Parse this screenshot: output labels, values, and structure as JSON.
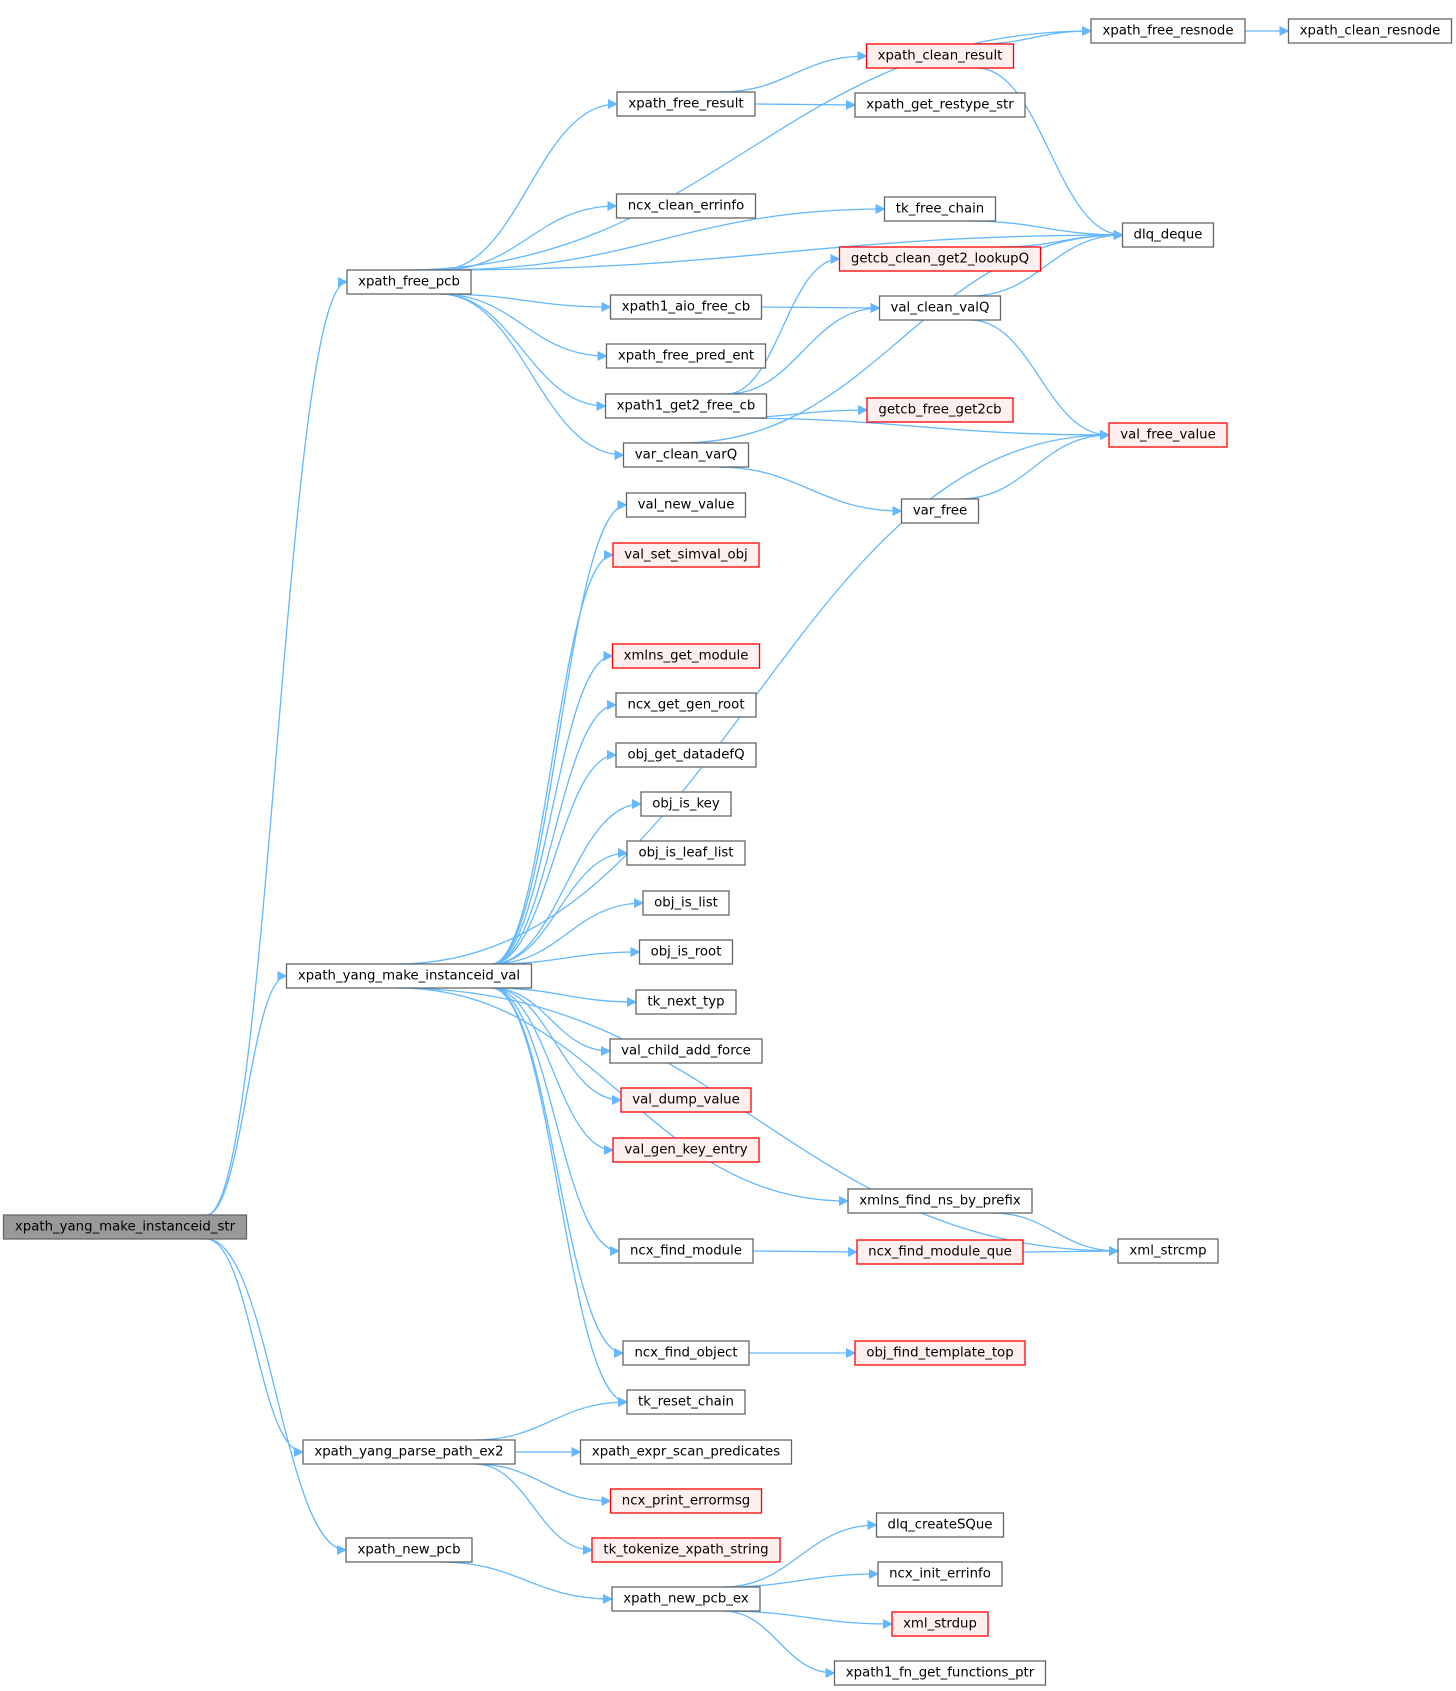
{
  "colors": {
    "edge": "#63b8ff",
    "node_border": "#666666",
    "node_fill": "#ffffff",
    "text": "#000000",
    "root_fill": "#999999",
    "root_border": "#666666",
    "red_border": "#ff0000",
    "red_fill": "#fff0f0"
  },
  "nodes": [
    {
      "id": "root",
      "label": "xpath_yang_make_instanceid_str",
      "style": "root"
    },
    {
      "id": "free_pcb",
      "label": "xpath_free_pcb",
      "style": "normal"
    },
    {
      "id": "make_val",
      "label": "xpath_yang_make_instanceid_val",
      "style": "normal"
    },
    {
      "id": "parse_ex2",
      "label": "xpath_yang_parse_path_ex2",
      "style": "normal"
    },
    {
      "id": "new_pcb",
      "label": "xpath_new_pcb",
      "style": "normal"
    },
    {
      "id": "free_result",
      "label": "xpath_free_result",
      "style": "normal"
    },
    {
      "id": "clean_errinfo",
      "label": "ncx_clean_errinfo",
      "style": "normal"
    },
    {
      "id": "aio_free_cb",
      "label": "xpath1_aio_free_cb",
      "style": "normal"
    },
    {
      "id": "free_pred_ent",
      "label": "xpath_free_pred_ent",
      "style": "normal"
    },
    {
      "id": "get2_free_cb",
      "label": "xpath1_get2_free_cb",
      "style": "normal"
    },
    {
      "id": "var_clean_varQ",
      "label": "var_clean_varQ",
      "style": "normal"
    },
    {
      "id": "val_new_value",
      "label": "val_new_value",
      "style": "normal"
    },
    {
      "id": "val_set_simval_obj",
      "label": "val_set_simval_obj",
      "style": "red"
    },
    {
      "id": "xmlns_get_module",
      "label": "xmlns_get_module",
      "style": "red"
    },
    {
      "id": "ncx_get_gen_root",
      "label": "ncx_get_gen_root",
      "style": "normal"
    },
    {
      "id": "obj_get_datadefQ",
      "label": "obj_get_datadefQ",
      "style": "normal"
    },
    {
      "id": "obj_is_key",
      "label": "obj_is_key",
      "style": "normal"
    },
    {
      "id": "obj_is_leaf_list",
      "label": "obj_is_leaf_list",
      "style": "normal"
    },
    {
      "id": "obj_is_list",
      "label": "obj_is_list",
      "style": "normal"
    },
    {
      "id": "obj_is_root",
      "label": "obj_is_root",
      "style": "normal"
    },
    {
      "id": "tk_next_typ",
      "label": "tk_next_typ",
      "style": "normal"
    },
    {
      "id": "val_child_add_force",
      "label": "val_child_add_force",
      "style": "normal"
    },
    {
      "id": "val_dump_value",
      "label": "val_dump_value",
      "style": "red"
    },
    {
      "id": "val_gen_key_entry",
      "label": "val_gen_key_entry",
      "style": "red"
    },
    {
      "id": "ncx_find_module",
      "label": "ncx_find_module",
      "style": "normal"
    },
    {
      "id": "ncx_find_object",
      "label": "ncx_find_object",
      "style": "normal"
    },
    {
      "id": "tk_reset_chain",
      "label": "tk_reset_chain",
      "style": "normal"
    },
    {
      "id": "expr_scan_predicates",
      "label": "xpath_expr_scan_predicates",
      "style": "normal"
    },
    {
      "id": "ncx_print_errormsg",
      "label": "ncx_print_errormsg",
      "style": "red"
    },
    {
      "id": "tk_tokenize_xpath_string",
      "label": "tk_tokenize_xpath_string",
      "style": "red"
    },
    {
      "id": "new_pcb_ex",
      "label": "xpath_new_pcb_ex",
      "style": "normal"
    },
    {
      "id": "free_resnode",
      "label": "xpath_free_resnode",
      "style": "normal"
    },
    {
      "id": "clean_result",
      "label": "xpath_clean_result",
      "style": "red"
    },
    {
      "id": "get_restype_str",
      "label": "xpath_get_restype_str",
      "style": "normal"
    },
    {
      "id": "tk_free_chain",
      "label": "tk_free_chain",
      "style": "normal"
    },
    {
      "id": "get2_lookupQ",
      "label": "getcb_clean_get2_lookupQ",
      "style": "red"
    },
    {
      "id": "val_clean_valQ",
      "label": "val_clean_valQ",
      "style": "normal"
    },
    {
      "id": "free_get2cb",
      "label": "getcb_free_get2cb",
      "style": "red"
    },
    {
      "id": "var_free",
      "label": "var_free",
      "style": "normal"
    },
    {
      "id": "xmlns_find_ns",
      "label": "xmlns_find_ns_by_prefix",
      "style": "normal"
    },
    {
      "id": "find_module_que",
      "label": "ncx_find_module_que",
      "style": "red"
    },
    {
      "id": "find_template_top",
      "label": "obj_find_template_top",
      "style": "red"
    },
    {
      "id": "dlq_createSQue",
      "label": "dlq_createSQue",
      "style": "normal"
    },
    {
      "id": "ncx_init_errinfo",
      "label": "ncx_init_errinfo",
      "style": "normal"
    },
    {
      "id": "xml_strdup",
      "label": "xml_strdup",
      "style": "red"
    },
    {
      "id": "fn_get_functions_ptr",
      "label": "xpath1_fn_get_functions_ptr",
      "style": "normal"
    },
    {
      "id": "clean_resnode",
      "label": "xpath_clean_resnode",
      "style": "normal"
    },
    {
      "id": "dlq_deque",
      "label": "dlq_deque",
      "style": "normal"
    },
    {
      "id": "val_free_value",
      "label": "val_free_value",
      "style": "red"
    },
    {
      "id": "xml_strcmp",
      "label": "xml_strcmp",
      "style": "normal"
    }
  ],
  "edges": [
    [
      "root",
      "free_pcb"
    ],
    [
      "root",
      "make_val"
    ],
    [
      "root",
      "parse_ex2"
    ],
    [
      "root",
      "new_pcb"
    ],
    [
      "free_pcb",
      "free_resnode"
    ],
    [
      "free_pcb",
      "free_result"
    ],
    [
      "free_pcb",
      "dlq_deque"
    ],
    [
      "free_pcb",
      "clean_errinfo"
    ],
    [
      "free_pcb",
      "tk_free_chain"
    ],
    [
      "free_pcb",
      "aio_free_cb"
    ],
    [
      "free_pcb",
      "free_pred_ent"
    ],
    [
      "free_pcb",
      "get2_free_cb"
    ],
    [
      "free_pcb",
      "var_clean_varQ"
    ],
    [
      "free_result",
      "clean_result"
    ],
    [
      "free_result",
      "get_restype_str"
    ],
    [
      "clean_result",
      "free_resnode"
    ],
    [
      "clean_result",
      "dlq_deque"
    ],
    [
      "free_resnode",
      "clean_resnode"
    ],
    [
      "tk_free_chain",
      "dlq_deque"
    ],
    [
      "get2_lookupQ",
      "dlq_deque"
    ],
    [
      "aio_free_cb",
      "val_clean_valQ"
    ],
    [
      "val_clean_valQ",
      "dlq_deque"
    ],
    [
      "val_clean_valQ",
      "val_free_value"
    ],
    [
      "get2_free_cb",
      "get2_lookupQ"
    ],
    [
      "get2_free_cb",
      "val_clean_valQ"
    ],
    [
      "get2_free_cb",
      "val_free_value"
    ],
    [
      "get2_free_cb",
      "free_get2cb"
    ],
    [
      "var_clean_varQ",
      "dlq_deque"
    ],
    [
      "var_clean_varQ",
      "var_free"
    ],
    [
      "var_free",
      "val_free_value"
    ],
    [
      "make_val",
      "val_new_value"
    ],
    [
      "make_val",
      "val_set_simval_obj"
    ],
    [
      "make_val",
      "val_free_value"
    ],
    [
      "make_val",
      "xmlns_get_module"
    ],
    [
      "make_val",
      "ncx_get_gen_root"
    ],
    [
      "make_val",
      "obj_get_datadefQ"
    ],
    [
      "make_val",
      "obj_is_key"
    ],
    [
      "make_val",
      "obj_is_leaf_list"
    ],
    [
      "make_val",
      "obj_is_list"
    ],
    [
      "make_val",
      "obj_is_root"
    ],
    [
      "make_val",
      "tk_next_typ"
    ],
    [
      "make_val",
      "val_child_add_force"
    ],
    [
      "make_val",
      "val_dump_value"
    ],
    [
      "make_val",
      "val_gen_key_entry"
    ],
    [
      "make_val",
      "xmlns_find_ns"
    ],
    [
      "make_val",
      "ncx_find_module"
    ],
    [
      "make_val",
      "xml_strcmp"
    ],
    [
      "make_val",
      "ncx_find_object"
    ],
    [
      "make_val",
      "tk_reset_chain"
    ],
    [
      "xmlns_find_ns",
      "xml_strcmp"
    ],
    [
      "ncx_find_module",
      "find_module_que"
    ],
    [
      "find_module_que",
      "xml_strcmp"
    ],
    [
      "ncx_find_object",
      "find_template_top"
    ],
    [
      "parse_ex2",
      "tk_reset_chain"
    ],
    [
      "parse_ex2",
      "expr_scan_predicates"
    ],
    [
      "parse_ex2",
      "ncx_print_errormsg"
    ],
    [
      "parse_ex2",
      "tk_tokenize_xpath_string"
    ],
    [
      "new_pcb",
      "new_pcb_ex"
    ],
    [
      "new_pcb_ex",
      "dlq_createSQue"
    ],
    [
      "new_pcb_ex",
      "ncx_init_errinfo"
    ],
    [
      "new_pcb_ex",
      "xml_strdup"
    ],
    [
      "new_pcb_ex",
      "fn_get_functions_ptr"
    ]
  ]
}
